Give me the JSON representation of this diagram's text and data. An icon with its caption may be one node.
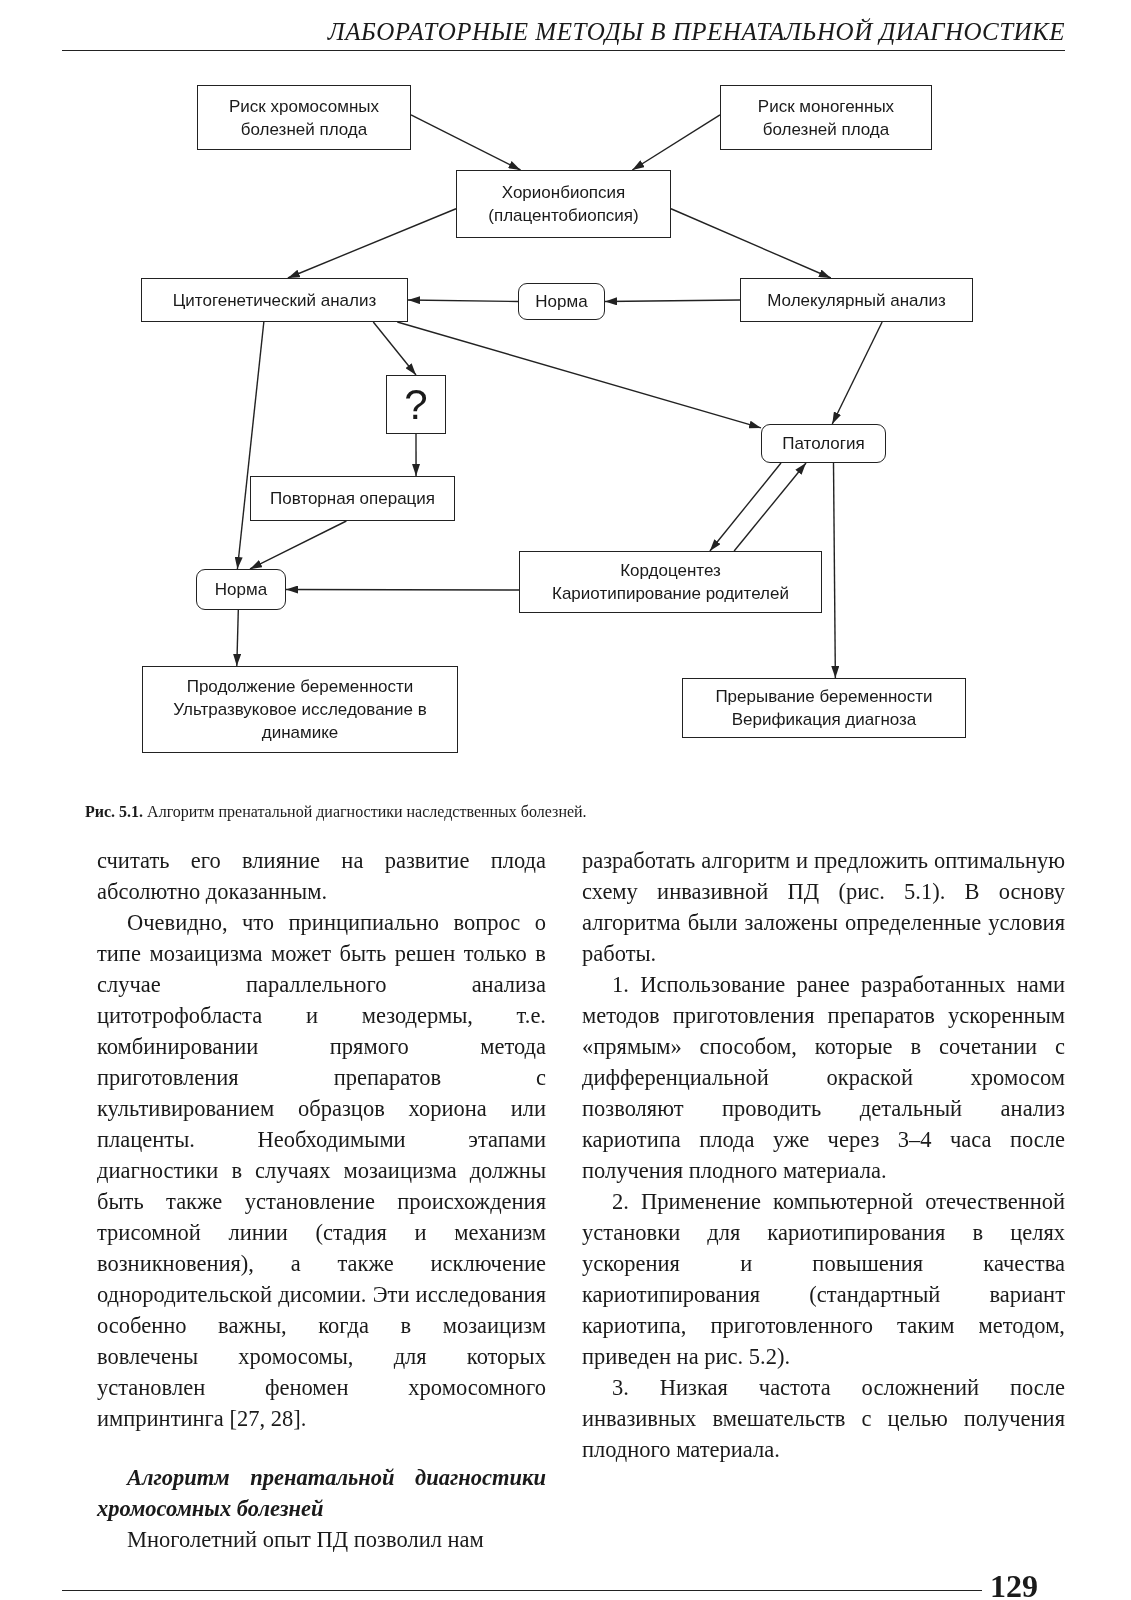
{
  "diagram": {
    "caption": "**Рис. 5.1.** Алгоритм пренатальной диагностики наследственных болезней.",
    "nodes": [
      {
        "text": [
          "Риск хромосомных болезней плода"
        ]
      },
      {
        "text": [
          "Риск моногенных болезней плода"
        ]
      },
      {
        "text": [
          "Хорионбиопсия (плацентобиопсия)"
        ]
      },
      {
        "text": [
          "Цитогенетический анализ"
        ]
      },
      {
        "text": [
          "Норма"
        ]
      },
      {
        "text": [
          "Молекулярный анализ"
        ]
      },
      {
        "text": [
          "?"
        ]
      },
      {
        "text": [
          "Патология"
        ]
      },
      {
        "text": [
          "Повторная операция"
        ]
      },
      {
        "text": [
          "Кордоцентез",
          "Кариотипирование родителей"
        ]
      },
      {
        "text": [
          "Норма"
        ]
      },
      {
        "text": [
          "Продолжение беременности",
          "Ультразвуковое исследование в динамике"
        ]
      },
      {
        "text": [
          "Прерывание беременности",
          "Верификация диагноза"
        ]
      }
    ],
    "edges": [
      {
        "from": 0,
        "to": 2,
        "arrow": "to"
      },
      {
        "from": 1,
        "to": 2,
        "arrow": "to"
      },
      {
        "from": 2,
        "to": 3,
        "arrow": "to"
      },
      {
        "from": 2,
        "to": 5,
        "arrow": "to"
      },
      {
        "from": 5,
        "to": 4,
        "arrow": "to"
      },
      {
        "from": 4,
        "to": 3,
        "arrow": "to"
      },
      {
        "from": 3,
        "to": 6,
        "arrow": "to"
      },
      {
        "from": 3,
        "to": 7,
        "arrow": "to"
      },
      {
        "from": 5,
        "to": 7,
        "arrow": "to"
      },
      {
        "from": 6,
        "to": 8,
        "arrow": "to"
      },
      {
        "from": 3,
        "to": 10,
        "arrow": "to"
      },
      {
        "from": 8,
        "to": 10,
        "arrow": "to"
      },
      {
        "from": 7,
        "to": 9,
        "arrow": "to"
      },
      {
        "from": 9,
        "to": 7,
        "arrow": "to"
      },
      {
        "from": 9,
        "to": 10,
        "arrow": "to"
      },
      {
        "from": 10,
        "to": 11,
        "arrow": "to"
      },
      {
        "from": 7,
        "to": 12,
        "arrow": "to"
      }
    ],
    "labels": [
      "ЛАБОРАТОРНЫЕ МЕТОДЫ В ПРЕНАТАЛЬНОЙ ДИАГНОСТИКЕ",
      "считать его влияние на развитие плода абсолютно доказанным.",
      "Очевидно, что принципиально вопрос о типе мозаицизма может быть решен только в случае параллельного анализа цитотрофобласта и мезодермы, т.е. комбинировании прямого метода приготовления препаратов с культивированием образцов хориона или плаценты. Необходимыми этапами диагностики в случаях мозаицизма должны быть также установление происхождения трисомной линии (стадия и механизм возникновения), а также исключение однородительской дисомии. Эти исследования особенно важны, когда в мозаицизм вовлечены хромосомы, для которых установлен феномен хромосомного импринтинга [27, 28].",
      "Алгоритм пренатальной диагностики хромосомных болезней",
      "Многолетний опыт ПД позволил нам",
      "разработать алгоритм и предложить оптимальную схему инвазивной ПД (рис. 5.1). В основу алгоритма были заложены определенные условия работы.",
      "1. Использование ранее разработанных нами методов приготовления препаратов ускоренным «прямым» способом, которые в сочетании с дифференциальной окраской хромосом позволяют проводить детальный анализ кариотипа плода уже через 3–4 часа после получения плодного материала.",
      "2. Применение компьютерной отечественной установки для кариотипирования в целях ускорения и повышения качества кариотипирования (стандартный вариант кариотипа, приготовленного таким методом, приведен на рис. 5.2).",
      "3. Низкая частота осложнений после инвазивных вмешательств с целью получения плодного материала.",
      "129"
    ]
  }
}
